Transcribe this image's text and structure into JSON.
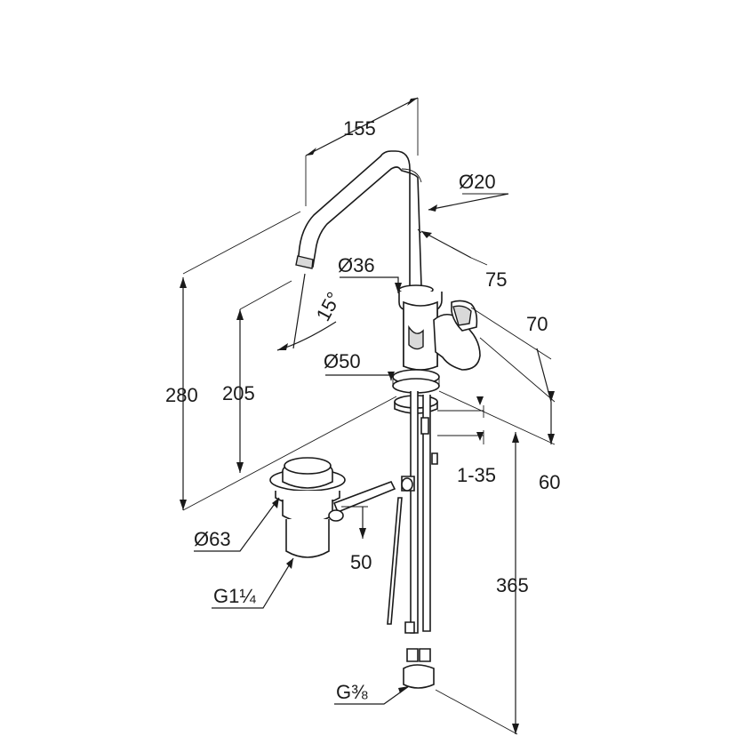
{
  "dimensions": {
    "d155": "155",
    "d20": "Ø20",
    "d75": "75",
    "d36": "Ø36",
    "d15": "15°",
    "d70": "70",
    "d50dia": "Ø50",
    "d280": "280",
    "d205": "205",
    "d1_35": "1-35",
    "d60": "60",
    "d63": "Ø63",
    "d50": "50",
    "dG114": "G1¼",
    "d365": "365",
    "dG38": "G⅜"
  }
}
